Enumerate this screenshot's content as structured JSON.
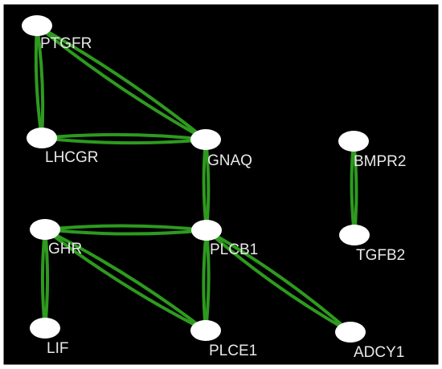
{
  "colors": {
    "background": "#000000",
    "border": "#ffffff",
    "edge": "#2e9a1f",
    "node": "#ffffff",
    "label": "#e8e8e8"
  },
  "nodes": [
    {
      "id": "PTGFR",
      "label": "PTGFR"
    },
    {
      "id": "LHCGR",
      "label": "LHCGR"
    },
    {
      "id": "GNAQ",
      "label": "GNAQ"
    },
    {
      "id": "BMPR2",
      "label": "BMPR2"
    },
    {
      "id": "TGFB2",
      "label": "TGFB2"
    },
    {
      "id": "GHR",
      "label": "GHR"
    },
    {
      "id": "PLCB1",
      "label": "PLCB1"
    },
    {
      "id": "LIF",
      "label": "LIF"
    },
    {
      "id": "PLCE1",
      "label": "PLCE1"
    },
    {
      "id": "ADCY1",
      "label": "ADCY1"
    }
  ],
  "edges": [
    {
      "source": "PTGFR",
      "target": "LHCGR"
    },
    {
      "source": "PTGFR",
      "target": "GNAQ"
    },
    {
      "source": "LHCGR",
      "target": "GNAQ"
    },
    {
      "source": "GNAQ",
      "target": "PLCB1"
    },
    {
      "source": "BMPR2",
      "target": "TGFB2"
    },
    {
      "source": "GHR",
      "target": "PLCB1"
    },
    {
      "source": "GHR",
      "target": "LIF"
    },
    {
      "source": "GHR",
      "target": "PLCE1"
    },
    {
      "source": "PLCB1",
      "target": "PLCE1"
    },
    {
      "source": "PLCB1",
      "target": "ADCY1"
    }
  ]
}
